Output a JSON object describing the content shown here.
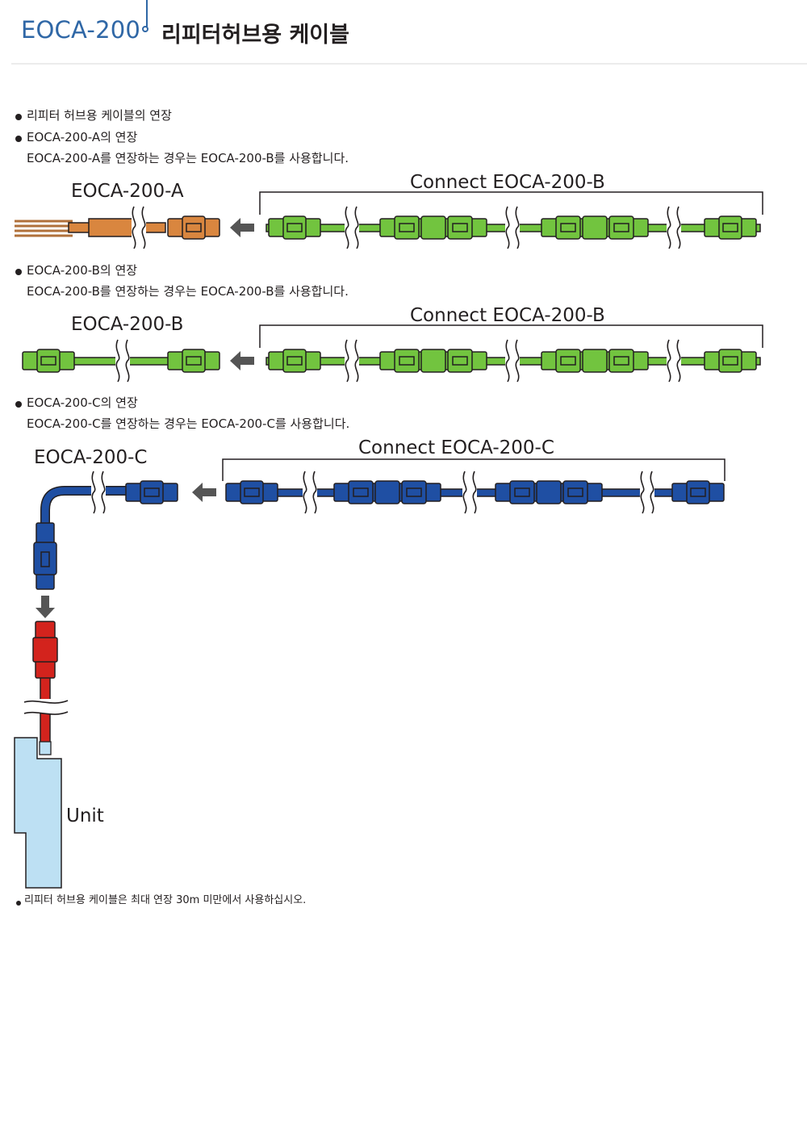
{
  "header": {
    "code": "EOCA-200",
    "title": "리피터허브용 케이블"
  },
  "intro": {
    "line": "리피터 허브용 케이블의 연장"
  },
  "sections": [
    {
      "heading": "EOCA-200-A의 연장",
      "body": "EOCA-200-A를 연장하는 경우는 EOCA-200-B를 사용합니다.",
      "cable_label": "EOCA-200-A",
      "connect_label": "Connect EOCA-200-B"
    },
    {
      "heading": "EOCA-200-B의 연장",
      "body": "EOCA-200-B를 연장하는 경우는 EOCA-200-B를 사용합니다.",
      "cable_label": "EOCA-200-B",
      "connect_label": "Connect EOCA-200-B"
    },
    {
      "heading": "EOCA-200-C의 연장",
      "body": "EOCA-200-C를 연장하는 경우는 EOCA-200-C를 사용합니다.",
      "cable_label": "EOCA-200-C",
      "connect_label": "Connect EOCA-200-C"
    }
  ],
  "unit_label": "Unit",
  "footnote": "리피터 허브용 케이블은 최대 연장 30m 미만에서 사용하십시오.",
  "colors": {
    "brand_blue": "#2f67a6",
    "orange_cable": "#d9863f",
    "green_cable": "#72c43f",
    "blue_cable": "#1f4fa3",
    "red_cable": "#d3231d",
    "unit_fill": "#bde0f3",
    "arrow": "#555555"
  }
}
